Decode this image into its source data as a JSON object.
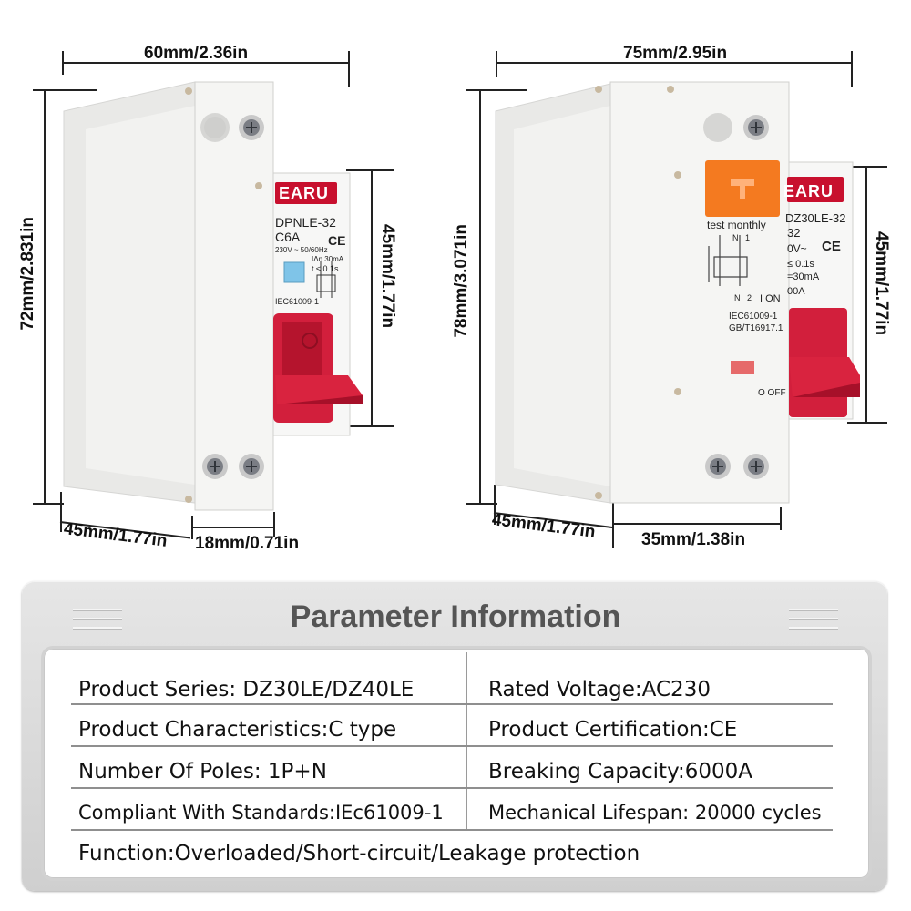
{
  "dimensions": {
    "left_width": "60mm/2.36in",
    "left_height": "72mm/2.831in",
    "left_face_height": "45mm/1.77in",
    "left_depth": "45mm/1.77in",
    "left_module_width": "18mm/0.71in",
    "right_width": "75mm/2.95in",
    "right_height": "78mm/3.071in",
    "right_face_height": "45mm/1.77in",
    "right_depth": "45mm/1.77in",
    "right_module_width": "35mm/1.38in"
  },
  "left_device": {
    "brand": "EARU",
    "model": "DPNLE-32",
    "rating": "C6A",
    "ce_mark": "CE",
    "spec_line1": "230V ~ 50/60Hz",
    "spec_line2": "IΔn 30mA",
    "spec_line3": "t ≤ 0.1s",
    "standard": "IEC61009-1"
  },
  "right_device": {
    "brand": "EARU",
    "model": "DZ30LE-32",
    "rating": "32",
    "ce_mark": "CE",
    "test_label": "test monthly",
    "voltage": "0V~",
    "trip_time": "≤ 0.1s",
    "leak_current": "=30mA",
    "amps": "00A",
    "on_label": "I ON",
    "off_label": "O OFF",
    "std1": "IEC61009-1",
    "std2": "GB/T16917.1",
    "terminal_n": "N",
    "terminal_1": "1",
    "terminal_n2": "N",
    "terminal_2": "2"
  },
  "panel": {
    "title": "Parameter Information",
    "rows": [
      {
        "left": "Product Series: DZ30LE/DZ40LE",
        "right": "Rated Voltage:AC230"
      },
      {
        "left": "Product Characteristics:C type",
        "right": "Product Certification:CE"
      },
      {
        "left": "Number Of Poles: 1P+N",
        "right": "Breaking Capacity:6000A"
      },
      {
        "left": "Compliant With Standards:IEc61009-1",
        "right": "Mechanical Lifespan: 20000 cycles"
      }
    ],
    "function": "Function:Overloaded/Short-circuit/Leakage protection"
  },
  "colors": {
    "brand_red": "#c8102e",
    "handle_red": "#d21f3c",
    "test_orange": "#f47a20",
    "test_blue": "#7fc4e8",
    "body_white": "#f3f3f1"
  }
}
